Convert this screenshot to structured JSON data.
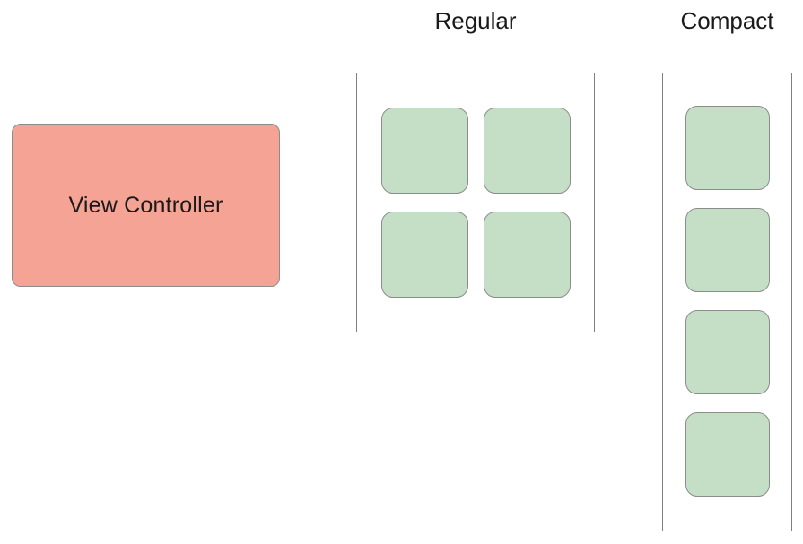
{
  "view_controller": {
    "label": "View Controller",
    "fill": "#F4A394",
    "border": "#8C8C8C"
  },
  "regular": {
    "title": "Regular",
    "tile_count": 4,
    "layout": "2x2-grid"
  },
  "compact": {
    "title": "Compact",
    "tile_count": 4,
    "layout": "1x4-column"
  },
  "colors": {
    "background": "#FFFFFF",
    "tile_fill": "#C5DFC6",
    "tile_border": "#8C8C8C",
    "container_border": "#7F7F7F",
    "text": "#1A1A1A"
  }
}
